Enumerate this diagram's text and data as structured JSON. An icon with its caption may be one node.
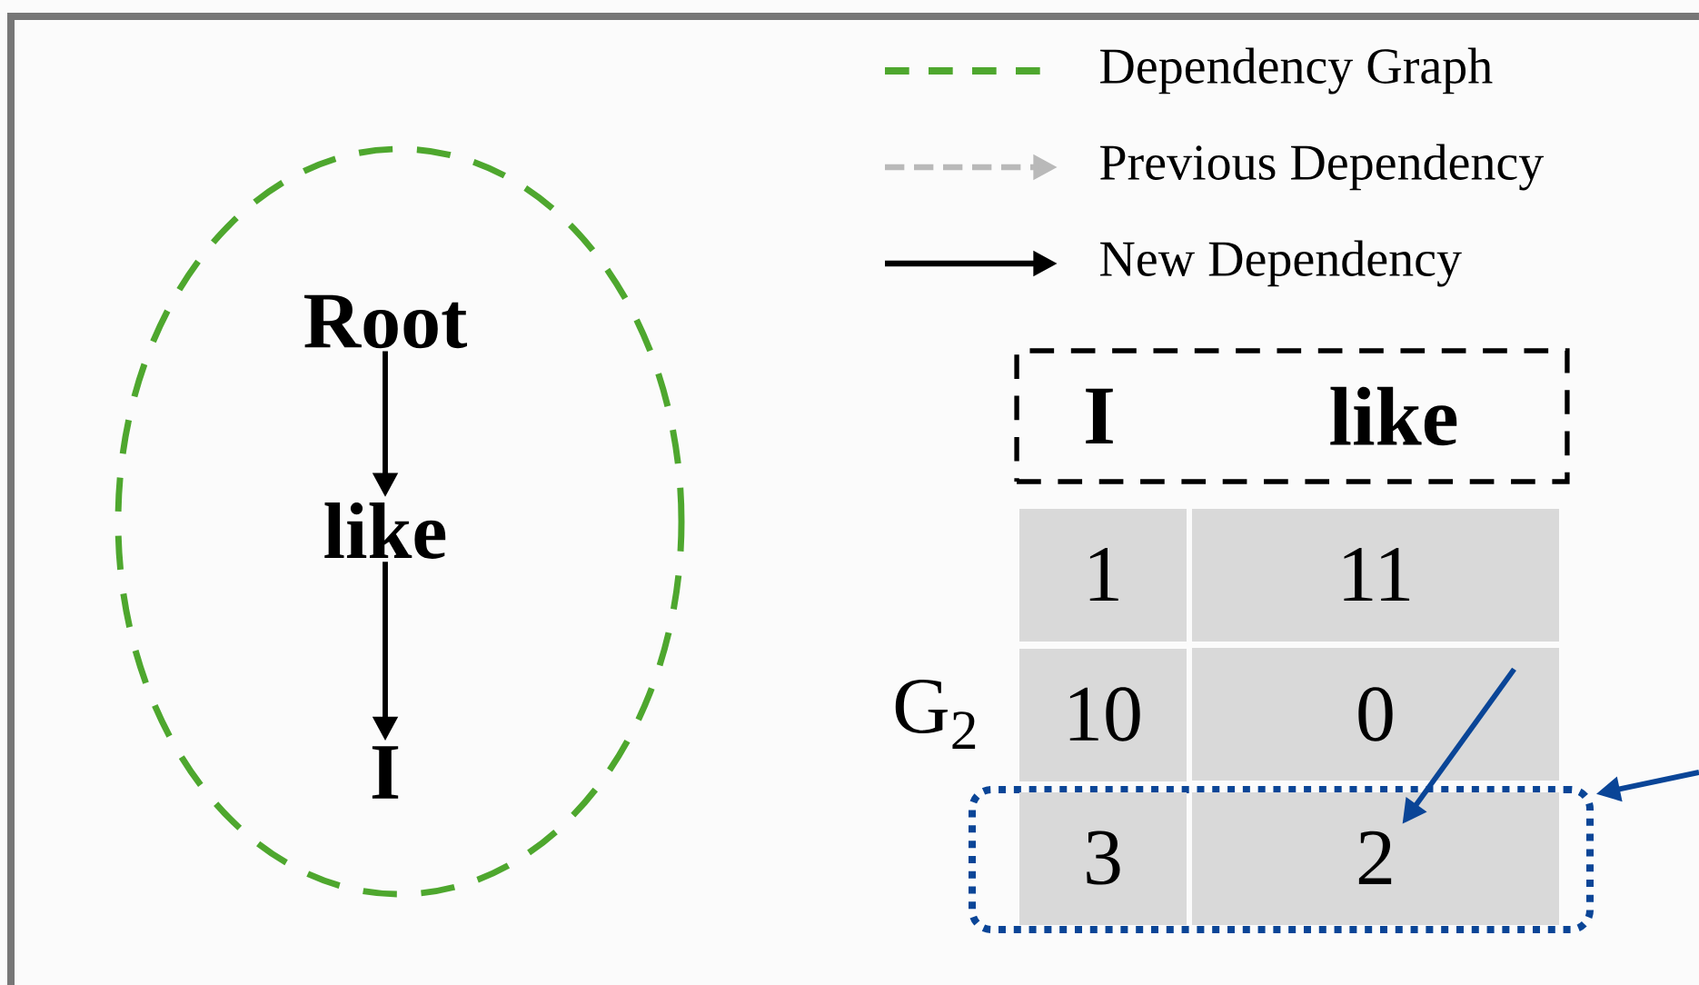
{
  "diagram": {
    "nodes": [
      {
        "text": [],
        "shape": "ellipse"
      },
      {
        "text": [
          "Root"
        ],
        "in": 0
      },
      {
        "text": [
          "like"
        ],
        "in": 0
      },
      {
        "text": [
          "I"
        ],
        "in": 0
      },
      {
        "text": [
          "I",
          "like"
        ]
      },
      {
        "text": [
          "0"
        ]
      },
      {
        "text": [],
        "shape": "box"
      },
      {
        "text": [
          "3"
        ],
        "in": 6
      },
      {
        "text": [
          "2"
        ],
        "in": 6
      }
    ],
    "edges": [
      {
        "from": 1,
        "to": 2,
        "arrow": "to"
      },
      {
        "from": 2,
        "to": 3,
        "arrow": "to"
      },
      {
        "from": 5,
        "to": 8,
        "arrow": "to",
        "color": "#0a4597"
      },
      {
        "from": null,
        "to": 6,
        "arrow": "to",
        "color": "#0a4597"
      }
    ],
    "labels": [
      "1",
      "11",
      "G$_{2}$",
      "10"
    ],
    "legend": [
      {
        "text": "Dependency Graph"
      },
      {
        "text": "Previous Dependency"
      },
      {
        "text": "New Dependency"
      }
    ]
  }
}
